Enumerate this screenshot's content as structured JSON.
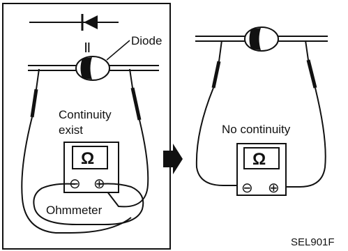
{
  "labels": {
    "diode": "Diode",
    "equals": "||",
    "continuity_line1": "Continuity",
    "continuity_line2": "exist",
    "no_continuity": "No continuity",
    "ohmmeter": "Ohmmeter",
    "ohm_symbol_left": "Ω",
    "ohm_symbol_right": "Ω",
    "minus": "⊖",
    "plus": "⊕",
    "figure_code": "SEL901F"
  },
  "colors": {
    "ink": "#111111",
    "paper": "#ffffff"
  }
}
